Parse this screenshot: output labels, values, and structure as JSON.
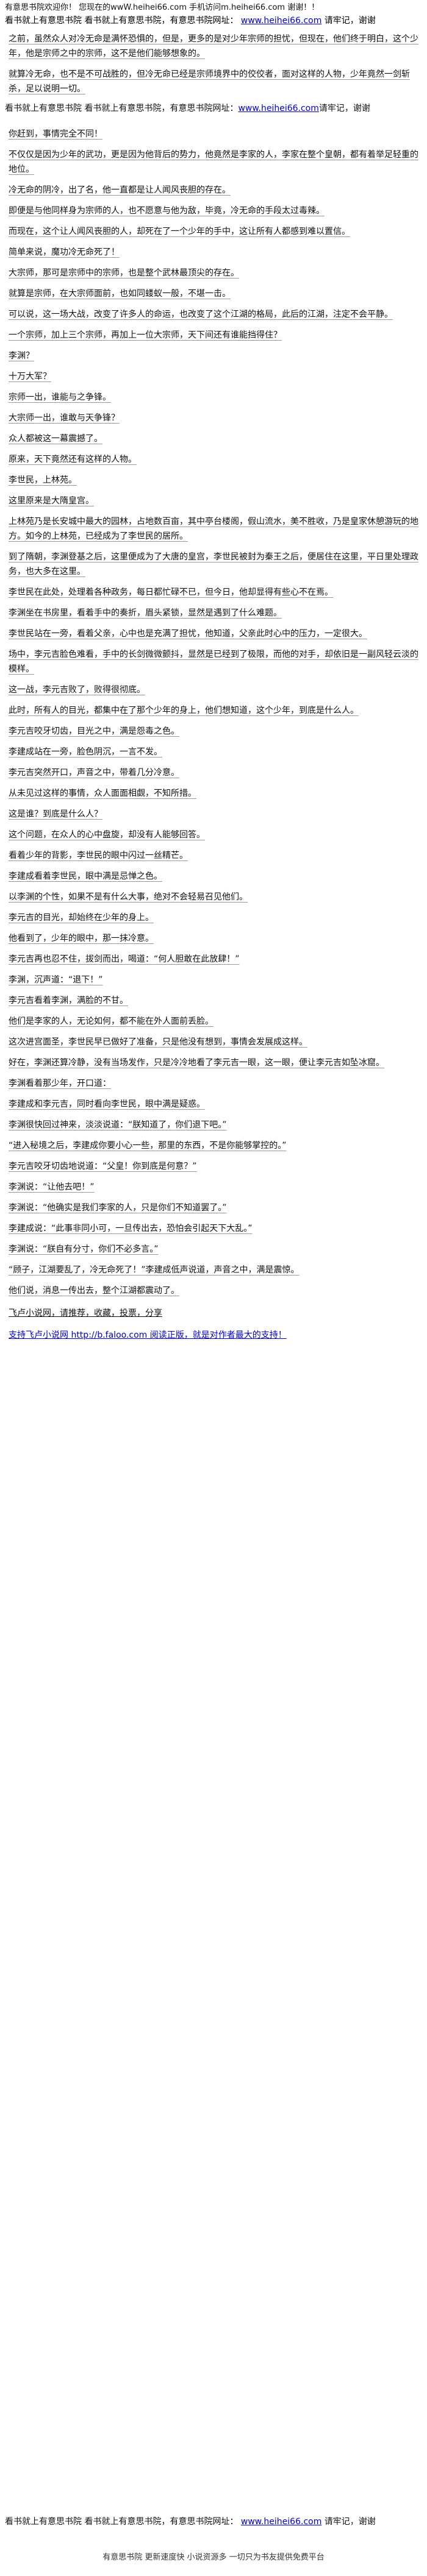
{
  "header": {
    "line1_text": "有意思书院欢迎你！ 您现在的wwW.heihei66.com 手机访问m.heihei66.com 谢谢！！",
    "line2_text": "看书就上有意思书院 看书就上有意思书院，有意思书院网址：",
    "line2_url": "www.heihei66.com",
    "line2_tail": "请牢记，谢谢"
  },
  "paragraphs": [
    "之前，虽然众人对冷无命是满怀恐惧的，但是，更多的是对少年宗师的担忧，但现在，他们终于明白，这个少年，他是宗师之中的宗师，这不是他们能够想象的。",
    "就算冷无命，也不是不可战胜的，但冷无命已经是宗师境界中的佼佼者，面对这样的人物，少年竟然一剑斩杀，足以说明一切。",
    "你赶到，事情完全不同！",
    "不仅仅是因为少年的武功，更是因为他背后的势力，他竟然是李家的人，李家在整个皇朝，都有着举足轻重的地位。",
    "冷无命的阴冷，出了名，他一直都是让人闻风丧胆的存在。",
    "即便是与他同样身为宗师的人，也不愿意与他为敌，毕竟，冷无命的手段太过毒辣。",
    "而现在，这个让人闻风丧胆的人，却死在了一个少年的手中，这让所有人都感到难以置信。",
    "简单来说，魔功冷无命死了！",
    "大宗师，那可是宗师中的宗师，也是整个武林最顶尖的存在。",
    "就算是宗师，在大宗师面前，也如同蝼蚁一般，不堪一击。",
    "可以说，这一场大战，改变了许多人的命运，也改变了这个江湖的格局，此后的江湖，注定不会平静。",
    "一个宗师，加上三个宗师，再加上一位大宗师，天下间还有谁能挡得住？",
    "李渊？",
    "十万大军？",
    "宗师一出，谁能与之争锋。",
    "大宗师一出，谁敢与天争锋？",
    "众人都被这一幕震撼了。",
    "原来，天下竟然还有这样的人物。",
    "李世民，上林苑。",
    "这里原来是大隋皇宫。",
    "上林苑乃是长安城中最大的园林，占地数百亩，其中亭台楼阁，假山流水，美不胜收，乃是皇家休憩游玩的地方。如今的上林苑，已经成为了李世民的居所。",
    "到了隋朝，李渊登基之后，这里便成为了大唐的皇宫，李世民被封为秦王之后，便居住在这里，平日里处理政务，也大多在这里。",
    "李世民在此处，处理着各种政务，每日都忙碌不已，但今日，他却显得有些心不在焉。",
    "李渊坐在书房里，看着手中的奏折，眉头紧锁，显然是遇到了什么难题。",
    "李世民站在一旁，看着父亲，心中也是充满了担忧，他知道，父亲此时心中的压力，一定很大。",
    "场中，李元吉脸色难看，手中的长剑微微颤抖，显然是已经到了极限，而他的对手，却依旧是一副风轻云淡的模样。",
    "这一战，李元吉败了，败得很彻底。",
    "此时，所有人的目光，都集中在了那个少年的身上，他们想知道，这个少年，到底是什么人。",
    "李元吉咬牙切齿，目光之中，满是怨毒之色。",
    "李建成站在一旁，脸色阴沉，一言不发。",
    "李元吉突然开口，声音之中，带着几分冷意。",
    "从未见过这样的事情，众人面面相觑，不知所措。",
    "这是谁？到底是什么人？",
    "这个问题，在众人的心中盘旋，却没有人能够回答。",
    "看着少年的背影，李世民的眼中闪过一丝精芒。",
    "李建成看着李世民，眼中满是忌惮之色。",
    "以李渊的个性，如果不是有什么大事，绝对不会轻易召见他们。",
    "李元吉的目光，却始终在少年的身上。",
    "他看到了，少年的眼中，那一抹冷意。",
    "李元吉再也忍不住，拔剑而出，喝道：“何人胆敢在此放肆！”",
    "李渊，沉声道：“退下！”",
    "李元吉看着李渊，满脸的不甘。",
    "他们是李家的人，无论如何，都不能在外人面前丢脸。",
    "这次进宫面圣，李世民早已做好了准备，只是他没有想到，事情会发展成这样。",
    "好在，李渊还算冷静，没有当场发作，只是冷冷地看了李元吉一眼，这一眼，便让李元吉如坠冰窟。",
    "李渊看着那少年，开口道：",
    "李建成和李元吉，同时看向李世民，眼中满是疑惑。",
    "李渊很快回过神来，淡淡说道：“朕知道了，你们退下吧。”",
    "“进入秘境之后，李建成你要小心一些，那里的东西，不是你能够掌控的。”",
    "李元吉咬牙切齿地说道：“父皇！你到底是何意？”",
    "李渊说：“让他去吧！”",
    "李渊说：“他确实是我们李家的人，只是你们不知道罢了。”",
    "李建成说：“此事非同小可，一旦传出去，恐怕会引起天下大乱。”",
    "李渊说：“朕自有分寸，你们不必多言。”",
    "“顾子，江湖要乱了，冷无命死了！”李建成低声说道，声音之中，满是震惊。",
    "他们说，消息一传出去，整个江湖都震动了。"
  ],
  "mid_ad": {
    "text": "看书就上有意思书院 看书就上有意思书院，有意思书院网址：",
    "url": "www.heihei66.com",
    "tail": "请牢记，谢谢"
  },
  "share_text": "飞卢小说网，请推荐，收藏，投票，分享",
  "share_link_text": "支持飞卢小说网 http://b.faloo.com 阅读正版，就是对作者最大的支持！",
  "footer": {
    "ad_text": "看书就上有意思书院 看书就上有意思书院，有意思书院网址：",
    "ad_url": "www.heihei66.com",
    "ad_tail": "请牢记，谢谢",
    "note": "有意思书院 更新速度快 小说资源多 一切只为书友提供免费平台"
  }
}
